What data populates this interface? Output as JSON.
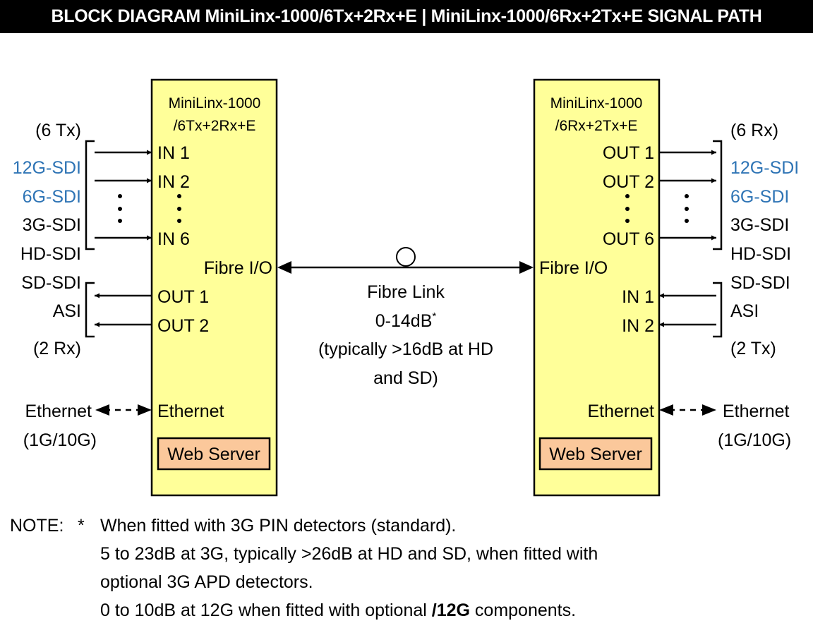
{
  "title": "BLOCK DIAGRAM MiniLinx-1000/6Tx+2Rx+E | MiniLinx-1000/6Rx+2Tx+E SIGNAL PATH",
  "colors": {
    "title_bg": "#000000",
    "title_text": "#ffffff",
    "unit_fill": "#ffff99",
    "web_server_fill": "#fbc89b",
    "highlight_format": "#2e74b5"
  },
  "tx_unit": {
    "name_line1": "MiniLinx-1000",
    "name_line2": "/6Tx+2Rx+E",
    "inputs": [
      "IN 1",
      "IN 2",
      "IN 6"
    ],
    "outputs": [
      "OUT 1",
      "OUT 2"
    ],
    "fibre_port": "Fibre I/O",
    "ethernet_port": "Ethernet",
    "web_server": "Web Server"
  },
  "rx_unit": {
    "name_line1": "MiniLinx-1000",
    "name_line2": "/6Rx+2Tx+E",
    "outputs": [
      "OUT 1",
      "OUT 2",
      "OUT 6"
    ],
    "inputs": [
      "IN 1",
      "IN 2"
    ],
    "fibre_port": "Fibre I/O",
    "ethernet_port": "Ethernet",
    "web_server": "Web Server"
  },
  "left_side": {
    "group_top_label": "(6 Tx)",
    "formats": [
      "12G-SDI",
      "6G-SDI",
      "3G-SDI",
      "HD-SDI",
      "SD-SDI",
      "ASI"
    ],
    "group_bottom_label": "(2 Rx)",
    "ethernet_label": "Ethernet",
    "ethernet_speed": "(1G/10G)"
  },
  "right_side": {
    "group_top_label": "(6 Rx)",
    "formats": [
      "12G-SDI",
      "6G-SDI",
      "3G-SDI",
      "HD-SDI",
      "SD-SDI",
      "ASI"
    ],
    "group_bottom_label": "(2 Tx)",
    "ethernet_label": "Ethernet",
    "ethernet_speed": "(1G/10G)"
  },
  "fibre_link": {
    "line1": "Fibre Link",
    "line2": "0-14dB",
    "line2_sup": "*",
    "line3": "(typically >16dB at HD",
    "line4": "and SD)"
  },
  "note": {
    "label": "NOTE:",
    "marker": "*",
    "lines": [
      "When fitted with 3G PIN detectors (standard).",
      "5 to 23dB at 3G, typically >26dB at HD and SD, when fitted with",
      "optional 3G APD detectors."
    ],
    "last_line_prefix": "0 to 10dB at 12G when fitted with optional ",
    "last_line_bold": "/12G",
    "last_line_suffix": " components."
  }
}
